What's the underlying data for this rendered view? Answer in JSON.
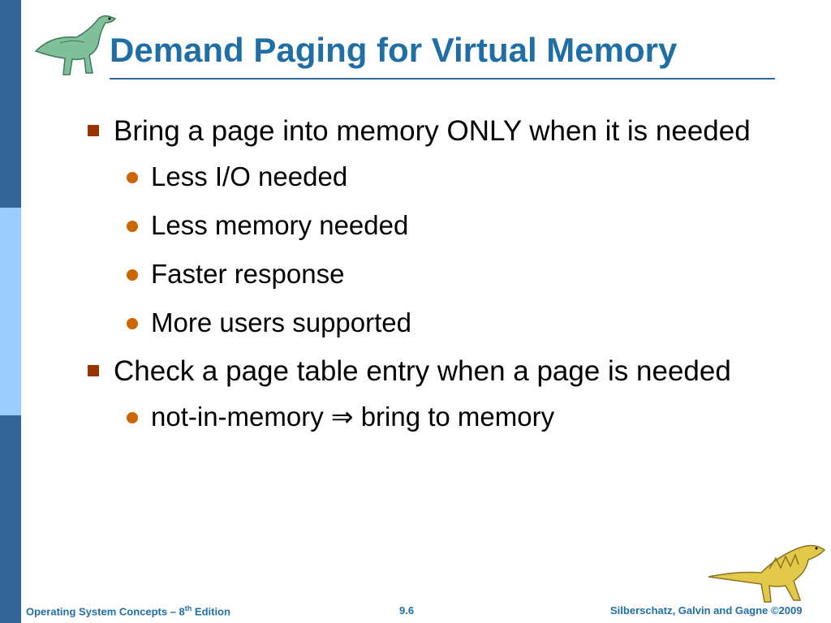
{
  "slide": {
    "title": "Demand Paging for Virtual Memory",
    "bullets": [
      {
        "level": 1,
        "text": "Bring a page into memory ONLY when it is needed"
      },
      {
        "level": 2,
        "text": "Less I/O needed"
      },
      {
        "level": 2,
        "text": "Less memory needed"
      },
      {
        "level": 2,
        "text": "Faster response"
      },
      {
        "level": 2,
        "text": "More users supported"
      },
      {
        "level": 1,
        "text": "Check a page table entry when a page is needed"
      },
      {
        "level": 2,
        "text": "not-in-memory ⇒ bring to memory"
      }
    ]
  },
  "footer": {
    "left_prefix": "Operating System Concepts – 8",
    "left_sup": "th",
    "left_suffix": " Edition",
    "page": "9.6",
    "right": "Silberschatz, Galvin and Gagne ©2009"
  },
  "colors": {
    "accent_dark": "#336699",
    "accent_light": "#99ccff",
    "title": "#1f6fa6",
    "bullet_square": "#993300",
    "bullet_dot": "#cc6600"
  },
  "icons": [
    "dinosaur-logo-icon",
    "dinosaur-corner-icon"
  ]
}
